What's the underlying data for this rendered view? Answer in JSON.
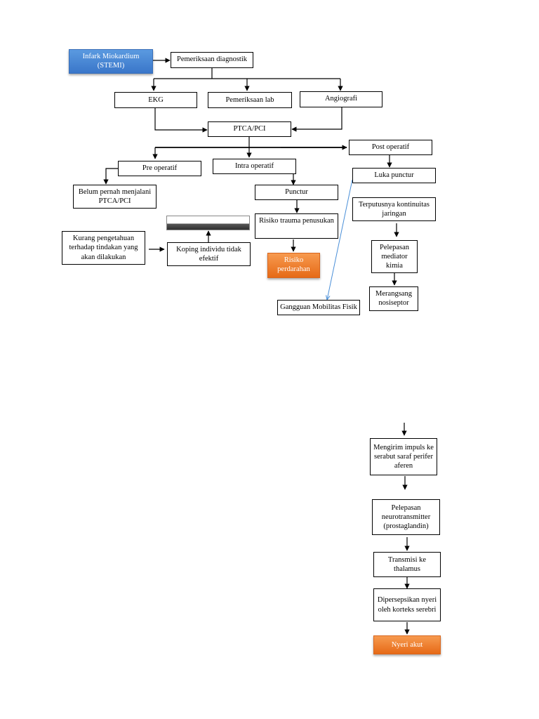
{
  "nodes": {
    "stemi": "Infark Miokardium (STEMI)",
    "diagnostik": "Pemeriksaan diagnostik",
    "ekg": "EKG",
    "lab": "Pemeriksaan lab",
    "angiografi": "Angiografi",
    "ptca": "PTCA/PCI",
    "pre_operatif": "Pre operatif",
    "intra_operatif": "Intra operatif",
    "post_operatif": "Post operatif",
    "belum_pernah": "Belum pernah menjalani PTCA/PCI",
    "punctur": "Punctur",
    "luka_punctur": "Luka punctur",
    "kurang_pengetahuan": "Kurang pengetahuan terhadap tindakan yang akan dilakukan",
    "koping": "Koping individu tidak efektif",
    "risiko_trauma": "Risiko trauma penusukan",
    "risiko_perdarahan": "Risiko perdarahan",
    "terputusnya": "Terputusnya kontinuitas jaringan",
    "pelepasan_mediator": "Pelepasan mediator kimia",
    "merangsang": "Merangsang nosiseptor",
    "gangguan_mobilitas": "Gangguan Mobilitas Fisik",
    "mengirim_impuls": "Mengirim impuls ke serabut saraf perifer aferen",
    "pelepasan_neuro": "Pelepasan neurotransmitter (prostaglandin)",
    "transmisi": "Transmisi ke thalamus",
    "dipersepsikan": "Dipersepsikan nyeri oleh korteks serebri",
    "nyeri_akut": "Nyeri akut"
  },
  "colors": {
    "line": "#000000",
    "blue_box": "#4a86d4",
    "orange_box": "#f07c2c",
    "blue_connector": "#4a8fd8"
  }
}
